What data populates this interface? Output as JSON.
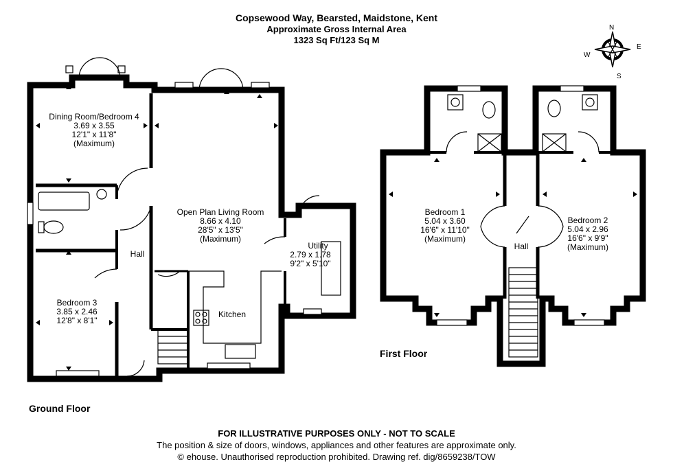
{
  "header": {
    "address": "Copsewood Way, Bearsted, Maidstone, Kent",
    "area_title": "Approximate Gross Internal Area",
    "area_value": "1323 Sq Ft/123 Sq M"
  },
  "compass": {
    "n": "N",
    "e": "E",
    "s": "S",
    "w": "W"
  },
  "ground_floor": {
    "label": "Ground Floor",
    "rooms": {
      "dining": {
        "name": "Dining Room/Bedroom 4",
        "metric": "3.69 x 3.55",
        "imperial": "12'1\" x 11'8\"",
        "note": "(Maximum)"
      },
      "living": {
        "name": "Open Plan Living Room",
        "metric": "8.66 x 4.10",
        "imperial": "28'5\" x 13'5\"",
        "note": "(Maximum)"
      },
      "utility": {
        "name": "Utility",
        "metric": "2.79 x 1.78",
        "imperial": "9'2\" x 5'10\""
      },
      "hall": {
        "name": "Hall"
      },
      "kitchen": {
        "name": "Kitchen"
      },
      "bedroom3": {
        "name": "Bedroom 3",
        "metric": "3.85 x 2.46",
        "imperial": "12'8\" x 8'1\""
      }
    }
  },
  "first_floor": {
    "label": "First Floor",
    "rooms": {
      "bedroom1": {
        "name": "Bedroom 1",
        "metric": "5.04 x 3.60",
        "imperial": "16'6\" x 11'10\"",
        "note": "(Maximum)"
      },
      "bedroom2": {
        "name": "Bedroom 2",
        "metric": "5.04 x 2.96",
        "imperial": "16'6\" x 9'9\"",
        "note": "(Maximum)"
      },
      "hall": {
        "name": "Hall"
      }
    }
  },
  "footer": {
    "disclaimer": "FOR ILLUSTRATIVE PURPOSES ONLY - NOT TO SCALE",
    "line2": "The position & size of doors, windows, appliances and other features are approximate only.",
    "line3": "© ehouse. Unauthorised reproduction prohibited. Drawing ref. dig/8659238/TOW"
  },
  "colors": {
    "wall": "#000000",
    "background": "#ffffff",
    "line": "#333333"
  }
}
